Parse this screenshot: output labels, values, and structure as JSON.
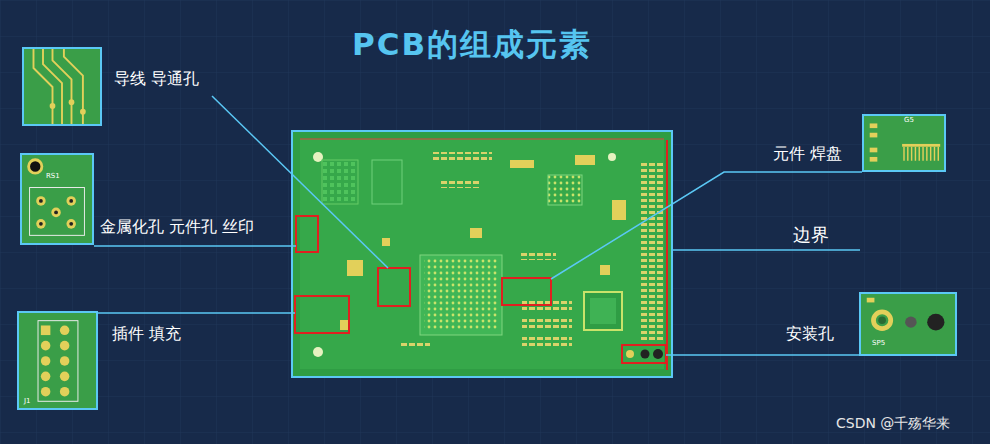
{
  "diagram": {
    "title": "PCB的组成元素",
    "nodes": [
      {
        "text": [
          "导线 导通孔"
        ]
      },
      {
        "text": [
          "金属化孔 元件孔 丝印"
        ]
      },
      {
        "text": [
          "插件 填充"
        ]
      },
      {
        "text": [
          "元件 焊盘"
        ]
      },
      {
        "text": [
          "安装孔"
        ]
      }
    ],
    "labels": [
      "边界",
      "RS1",
      "J1",
      "G5",
      "SP5",
      "CSDN @千殇华来"
    ]
  }
}
